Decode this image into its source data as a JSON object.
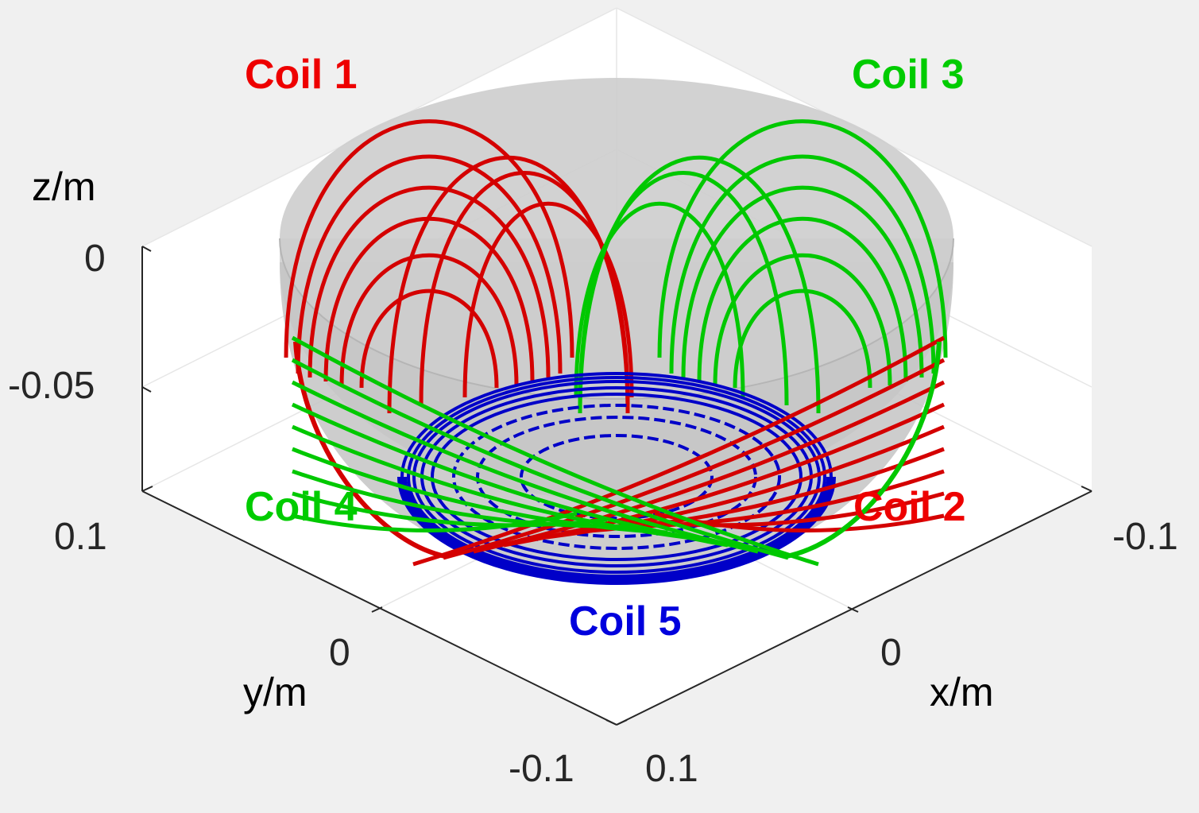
{
  "coils": [
    {
      "label": "Coil 1",
      "color": "#dd0000"
    },
    {
      "label": "Coil 2",
      "color": "#dd0000"
    },
    {
      "label": "Coil 3",
      "color": "#00cc00"
    },
    {
      "label": "Coil 4",
      "color": "#00cc00"
    },
    {
      "label": "Coil 5",
      "color": "#0000cc"
    }
  ],
  "axes": {
    "x": {
      "label": "x/m",
      "ticks": [
        "-0.1",
        "0",
        "0.1"
      ]
    },
    "y": {
      "label": "y/m",
      "ticks": [
        "0.1",
        "0",
        "-0.1"
      ]
    },
    "z": {
      "label": "z/m",
      "ticks": [
        "0",
        "-0.05"
      ]
    }
  },
  "colors": {
    "background": "#f0f0f0",
    "axes_face": "#ffffff",
    "bowl": "#c8c8c8",
    "red": "#d40000",
    "green": "#00c800",
    "blue": "#0000c8"
  }
}
